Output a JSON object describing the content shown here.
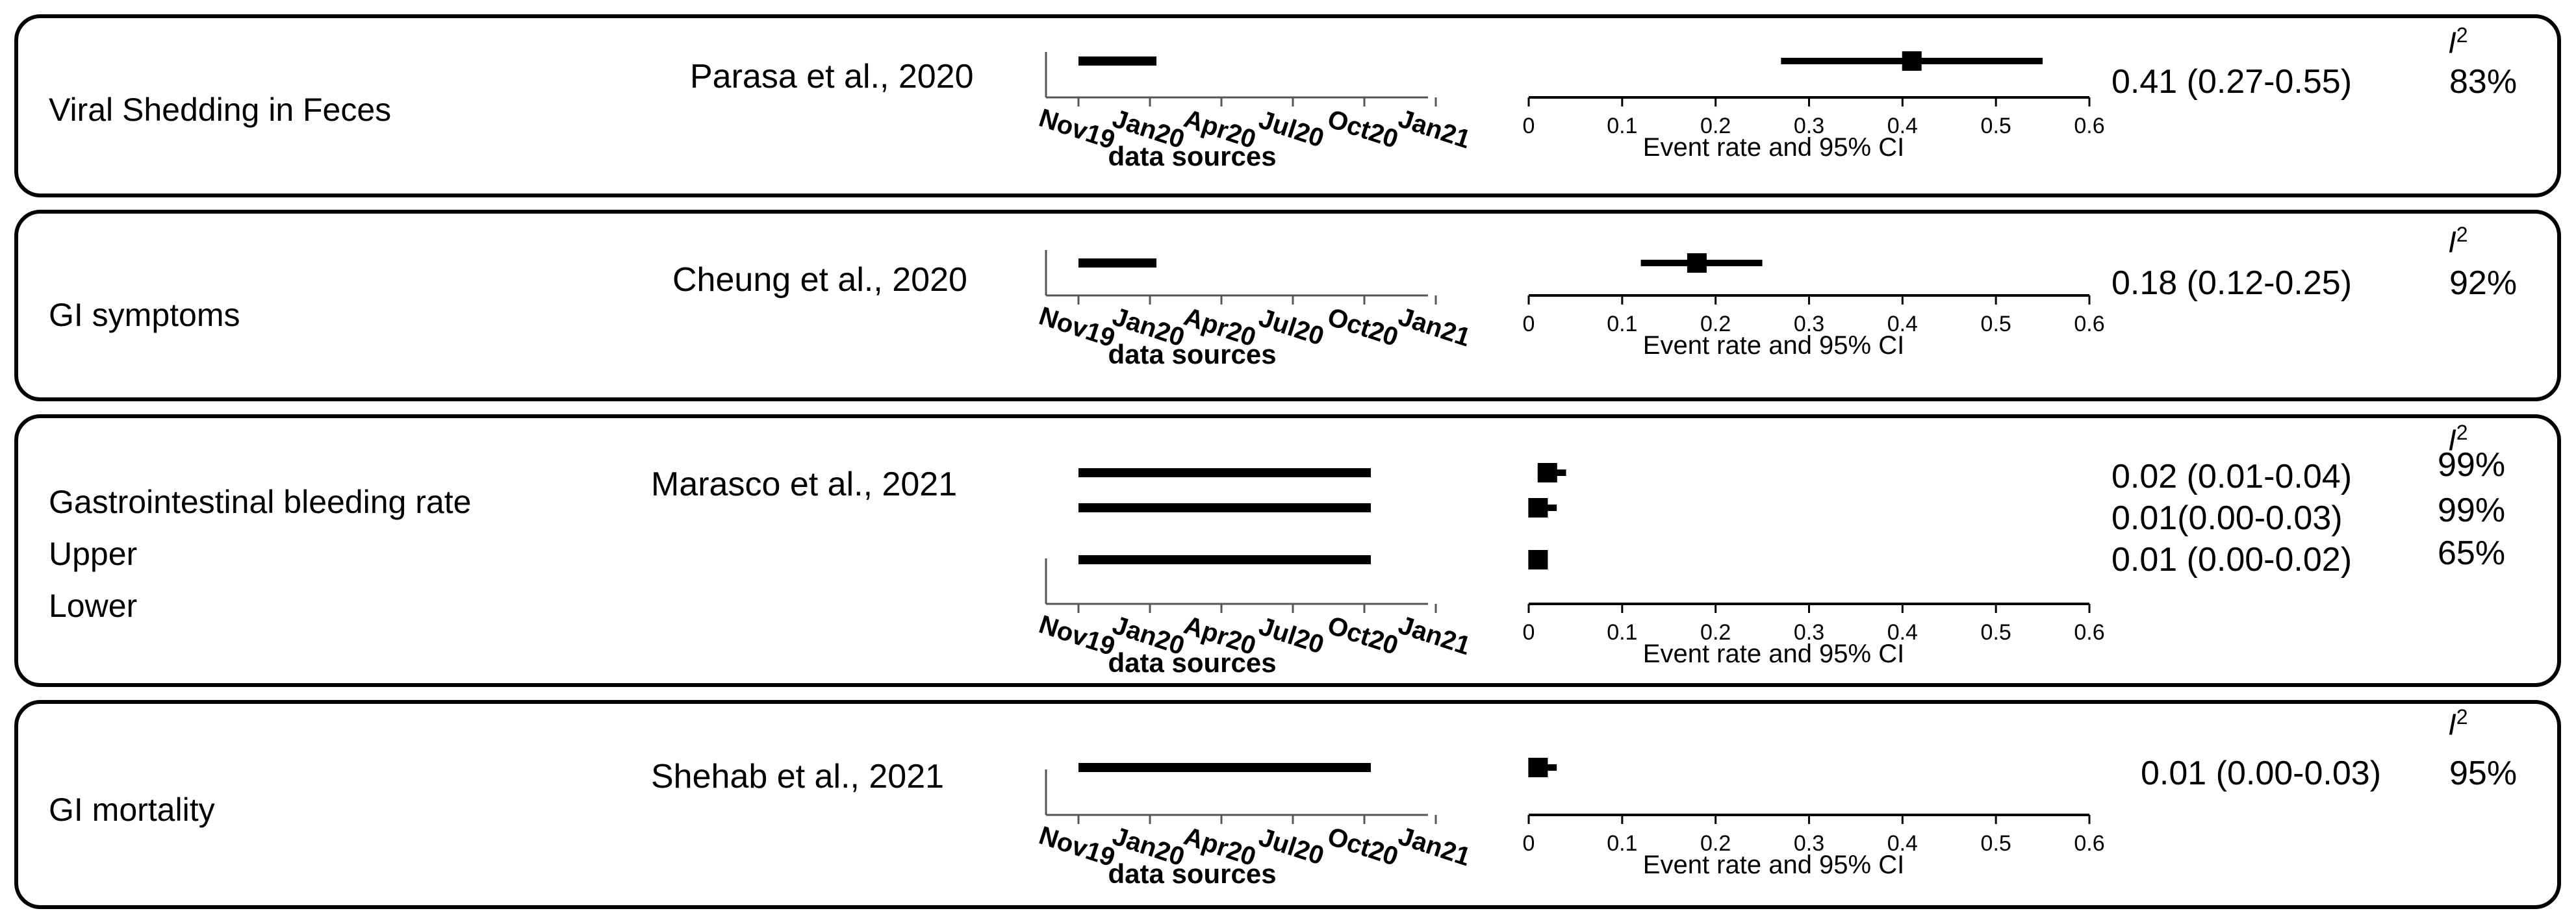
{
  "chart_data": {
    "type": "forest",
    "timeline_axis": {
      "tick_labels": [
        "Nov19",
        "Jan20",
        "Apr20",
        "Jul20",
        "Oct20",
        "Jan21"
      ],
      "label": "data sources"
    },
    "effect_axis": {
      "min": 0,
      "max": 0.6,
      "ticks": [
        "0",
        "0.1",
        "0.2",
        "0.3",
        "0.4",
        "0.5",
        "0.6"
      ],
      "label": "Event rate and 95% CI"
    },
    "i2_header": "I",
    "i2_header_sup": "2",
    "panels": [
      {
        "outcome_labels": [
          "Viral Shedding in Feces"
        ],
        "study": "Parasa et al., 2020",
        "rows": [
          {
            "source_start": "Nov19",
            "source_end": "Jan20",
            "estimate": 0.41,
            "ci_low": 0.27,
            "ci_high": 0.55,
            "estimate_text": "0.41 (0.27-0.55)",
            "i2_text": "83%"
          }
        ]
      },
      {
        "outcome_labels": [
          "GI symptoms"
        ],
        "study": "Cheung et al., 2020",
        "rows": [
          {
            "source_start": "Nov19",
            "source_end": "Jan20",
            "estimate": 0.18,
            "ci_low": 0.12,
            "ci_high": 0.25,
            "estimate_text": "0.18 (0.12-0.25)",
            "i2_text": "92%"
          }
        ]
      },
      {
        "outcome_labels": [
          "Gastrointestinal bleeding rate",
          "Upper",
          "Lower"
        ],
        "study": "Marasco et al., 2021",
        "rows": [
          {
            "source_start": "Nov19",
            "source_end": "Oct20",
            "estimate": 0.02,
            "ci_low": 0.01,
            "ci_high": 0.04,
            "estimate_text": "0.02 (0.01-0.04)",
            "i2_text": "99%"
          },
          {
            "source_start": "Nov19",
            "source_end": "Oct20",
            "estimate": 0.01,
            "ci_low": 0.0,
            "ci_high": 0.03,
            "estimate_text": "0.01(0.00-0.03)",
            "i2_text": "99%"
          },
          {
            "source_start": "Nov19",
            "source_end": "Oct20",
            "estimate": 0.01,
            "ci_low": 0.0,
            "ci_high": 0.02,
            "estimate_text": "0.01 (0.00-0.02)",
            "i2_text": "65%"
          }
        ]
      },
      {
        "outcome_labels": [
          "GI mortality"
        ],
        "study": "Shehab et al., 2021",
        "rows": [
          {
            "source_start": "Nov19",
            "source_end": "Oct20",
            "estimate": 0.01,
            "ci_low": 0.0,
            "ci_high": 0.03,
            "estimate_text": "0.01 (0.00-0.03)",
            "i2_text": "95%"
          }
        ]
      }
    ]
  }
}
